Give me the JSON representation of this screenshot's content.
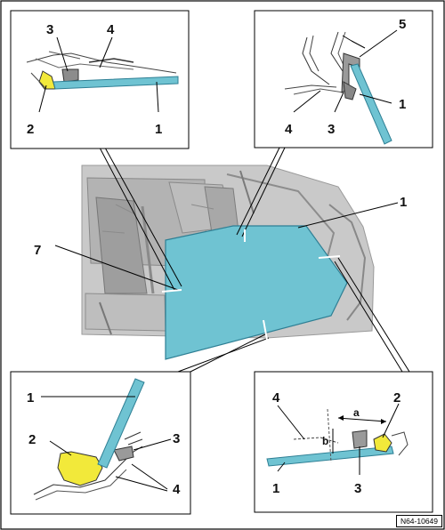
{
  "reference_code": "N64-10649",
  "callouts": {
    "detail_top_left": [
      "3",
      "4",
      "2",
      "1"
    ],
    "detail_top_right": [
      "5",
      "1",
      "4",
      "3"
    ],
    "overview": [
      "1",
      "7"
    ],
    "detail_bottom_left": [
      "1",
      "2",
      "3",
      "4"
    ],
    "detail_bottom_right": [
      "4",
      "2",
      "a",
      "b",
      "1",
      "3"
    ]
  },
  "colors": {
    "glass": "#6fc3d2",
    "glass_edge": "#2e7f94",
    "adhesive": "#f2e93a",
    "body_panel": "#cfcfcf",
    "frame": "#000000"
  }
}
